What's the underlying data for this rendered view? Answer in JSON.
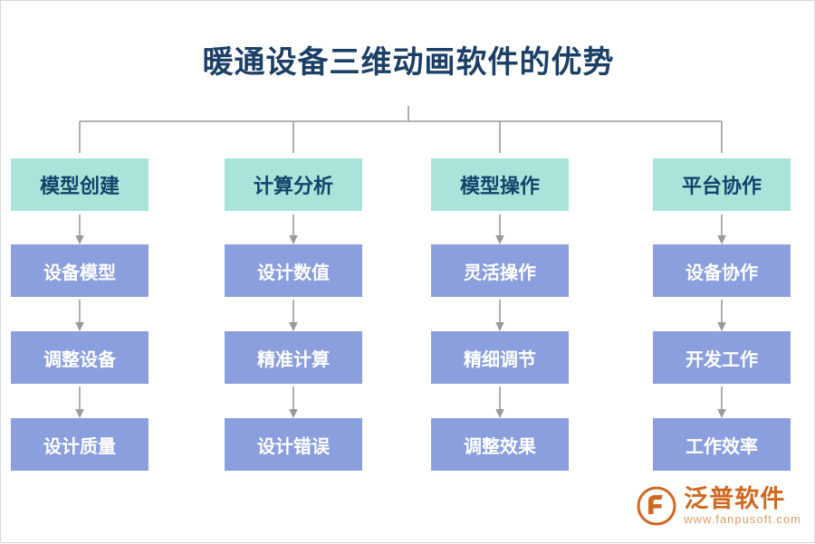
{
  "title": "暖通设备三维动画软件的优势",
  "columns": [
    {
      "header": "模型创建",
      "nodes": [
        "设备模型",
        "调整设备",
        "设计质量"
      ]
    },
    {
      "header": "计算分析",
      "nodes": [
        "设计数值",
        "精准计算",
        "设计错误"
      ]
    },
    {
      "header": "模型操作",
      "nodes": [
        "灵活操作",
        "精细调节",
        "调整效果"
      ]
    },
    {
      "header": "平台协作",
      "nodes": [
        "设备协作",
        "开发工作",
        "工作效率"
      ]
    }
  ],
  "colors": {
    "title": "#1b3f66",
    "header_box": "#a9e3da",
    "header_text": "#14436b",
    "node_box": "#8b9fde",
    "node_text": "#ffffff",
    "connector": "#9a9a9a",
    "logo_orange": "#d1681f",
    "logo_url": "#d8a06a"
  },
  "logo": {
    "name": "泛普软件",
    "url": "www.fanpusoft.com"
  }
}
